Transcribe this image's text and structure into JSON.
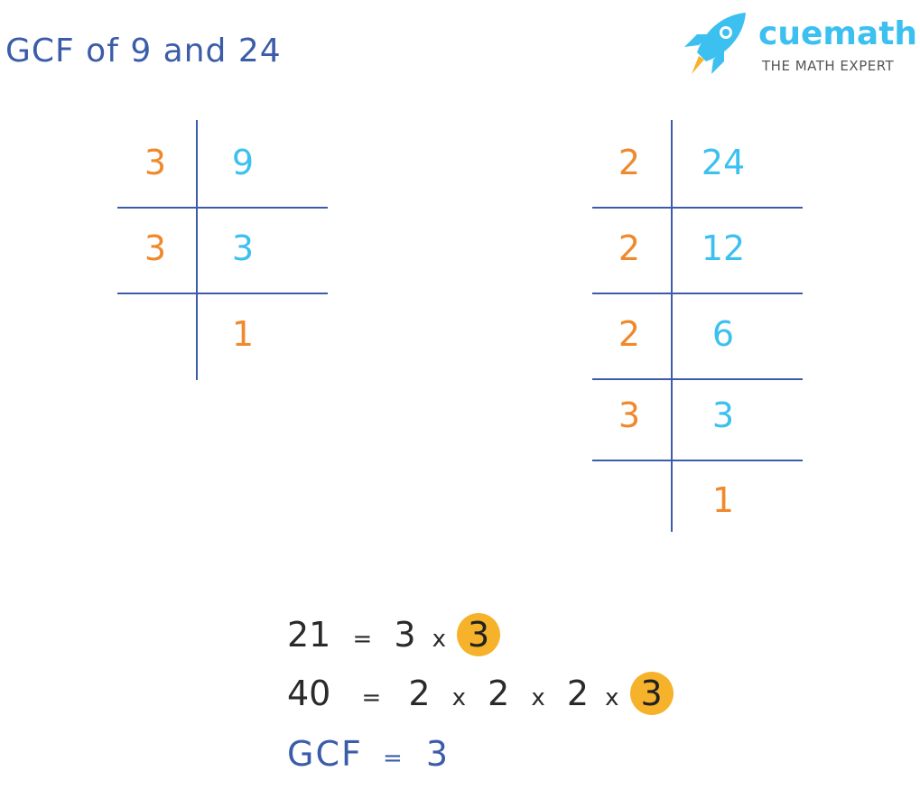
{
  "title": "GCF of 9 and 24",
  "logo": {
    "brand": "cuemath",
    "tagline": "THE MATH EXPERT"
  },
  "table_left": {
    "rows": [
      {
        "divisor": "3",
        "value": "9"
      },
      {
        "divisor": "3",
        "value": "3"
      },
      {
        "divisor": "",
        "value": "1"
      }
    ]
  },
  "table_right": {
    "rows": [
      {
        "divisor": "2",
        "value": "24"
      },
      {
        "divisor": "2",
        "value": "12"
      },
      {
        "divisor": "2",
        "value": "6"
      },
      {
        "divisor": "3",
        "value": "3"
      },
      {
        "divisor": "",
        "value": "1"
      }
    ]
  },
  "equations": {
    "line1": {
      "lhs": "21",
      "eq": "=",
      "t1": "3",
      "x1": "x",
      "highlight": "3"
    },
    "line2": {
      "lhs": "40",
      "eq": "=",
      "t1": "2",
      "x1": "x",
      "t2": "2",
      "x2": "x",
      "t3": "2",
      "x3": "x",
      "highlight": "3"
    },
    "line3": {
      "label": "GCF",
      "eq": "=",
      "value": "3"
    }
  },
  "colors": {
    "title": "#3b5ca8",
    "divisor": "#f0892c",
    "quotient": "#3cc0f0",
    "highlight": "#f7b22c"
  }
}
